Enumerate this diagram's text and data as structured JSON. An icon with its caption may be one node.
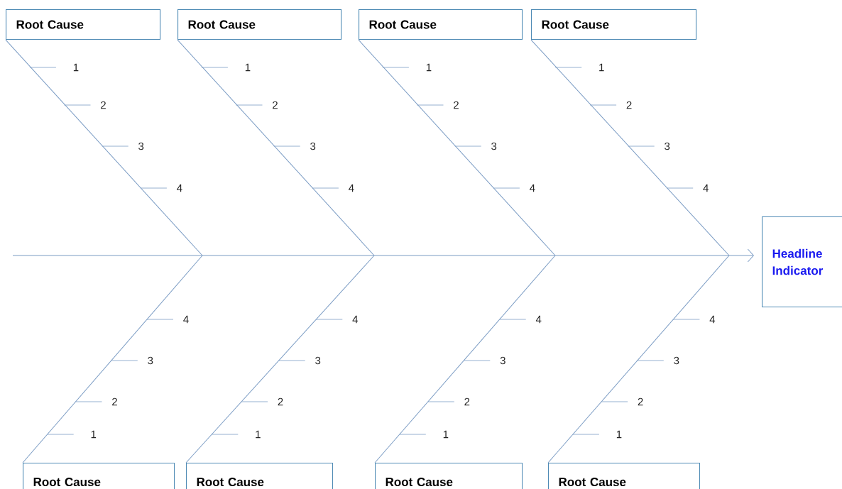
{
  "diagram": {
    "nodes": [
      {
        "text": [
          "Root Cause"
        ]
      },
      {
        "text": [
          "Root Cause"
        ]
      },
      {
        "text": [
          "Root Cause"
        ]
      },
      {
        "text": [
          "Root Cause"
        ]
      },
      {
        "text": [
          "Headline Indicator"
        ]
      },
      {
        "text": [
          "Root Cause"
        ]
      },
      {
        "text": [
          "Root Cause"
        ]
      },
      {
        "text": [
          "Root Cause"
        ]
      },
      {
        "text": [
          "Root Cause"
        ]
      }
    ],
    "edges": [
      {
        "from": null,
        "to": 4,
        "arrow": "to"
      },
      {
        "from": 0,
        "to": null,
        "arrow": "none"
      },
      {
        "from": 1,
        "to": null,
        "arrow": "none"
      },
      {
        "from": 2,
        "to": null,
        "arrow": "none"
      },
      {
        "from": 3,
        "to": null,
        "arrow": "none"
      },
      {
        "from": 5,
        "to": null,
        "arrow": "none"
      },
      {
        "from": 6,
        "to": null,
        "arrow": "none"
      },
      {
        "from": 7,
        "to": null,
        "arrow": "none"
      },
      {
        "from": 8,
        "to": null,
        "arrow": "none"
      }
    ],
    "labels": [
      "1",
      "1",
      "1",
      "1",
      "2",
      "2",
      "2",
      "2",
      "3",
      "3",
      "3",
      "3",
      "4",
      "4",
      "4",
      "4",
      "4",
      "4",
      "4",
      "4",
      "3",
      "3",
      "3",
      "3",
      "2",
      "2",
      "2",
      "2",
      "1",
      "1",
      "1",
      "1"
    ]
  }
}
